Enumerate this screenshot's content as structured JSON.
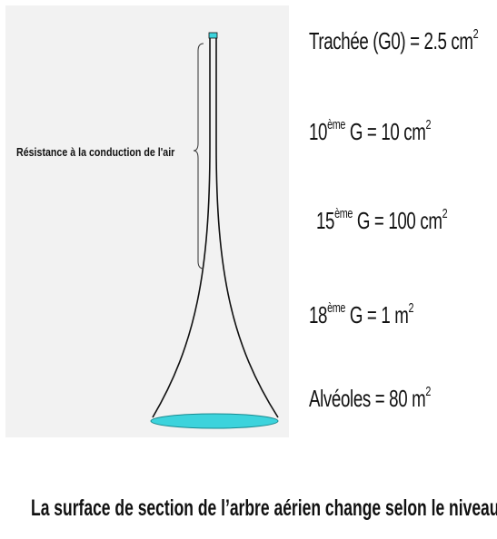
{
  "diagram": {
    "side_label": "Résistance à la conduction de l'air",
    "levels": [
      {
        "name": "Trachée (G0)",
        "sup": "",
        "suffix": " = 2.5 cm",
        "unit_sup": "2"
      },
      {
        "name": "10",
        "sup": "ème",
        "suffix": " G = 10 cm",
        "unit_sup": "2"
      },
      {
        "name": "15",
        "sup": "ème",
        "suffix": " G = 100 cm",
        "unit_sup": "2"
      },
      {
        "name": "18",
        "sup": "ème",
        "suffix": " G = 1 m",
        "unit_sup": "2"
      },
      {
        "name": "Alvéoles",
        "sup": "",
        "suffix": "  = 80 m",
        "unit_sup": "2"
      }
    ],
    "caption": "La surface de section de l’arbre aérien change selon le niveau"
  },
  "colors": {
    "panel": "#f2f2f2",
    "alveoli_fill": "#3cd3dc",
    "trachea_fill": "#3cd3dc",
    "outline": "#111111"
  }
}
